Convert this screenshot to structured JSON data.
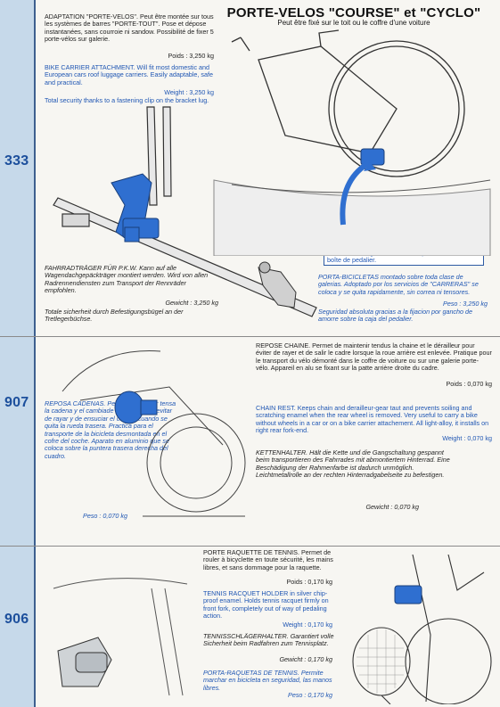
{
  "header": {
    "title": "PORTE-VELOS \"COURSE\" et \"CYCLO\"",
    "subtitle": "Peut être fixé sur le toit ou le coffre d'une voiture"
  },
  "sections": [
    {
      "code": "333",
      "fr_text": "ADAPTATION \"PORTE-VELOS\". Peut être montée sur tous les systèmes de barres \"PORTE-TOUT\". Pose et dépose instantanées, sans courroie ni sandow. Possibilité de fixer 5 porte-vélos sur galerie.",
      "fr_weight": "Poids : 3,250 kg",
      "en_text": "BIKE CARRIER ATTACHMENT. Will fit most domestic and European cars roof luggage carriers. Easily adaptable, safe and practical.",
      "en_weight": "Weight : 3,250 kg",
      "en_note": "Total security thanks to a fastening clip on the bracket lug.",
      "de_text": "FAHRRADTRÄGER FÜR P.K.W. Kann auf alle Wagendachgepäckträger montiert werden. Wird von allen Radrennendiensten zum Transport der Rennräder empfohlen.",
      "de_weight": "Gewicht : 3,250 kg",
      "de_note": "Totale sicherheit durch Befestigungsbügel an der Tretlegerbüchse.",
      "callout": "Securité totale grâce à la fixation par étrier sur la boîte de pedalier.",
      "es_text": "PORTA-BICICLETAS montado sobre toda clase de galerias. Adoptado por los servicios de \"CARRERAS\" se coloca y se quita rapidamente, sin correa ni tensores.",
      "es_weight": "Peso : 3,250 kg",
      "es_note": "Seguridad absoluta gracias a la fijacion por gancho de amorre sobre la caja del pedalier."
    },
    {
      "code": "907",
      "fr_text": "REPOSE CHAINE. Permet de maintenir tendus la chaine et le dérailleur pour éviter de rayer et de salir le cadre lorsque la roue arrière est enlevée. Pratique pour le transport du vélo démonté dans le coffre de voiture ou sur une galerie porte-vélo. Appareil en alu se fixant sur la patte arrière droite du cadre.",
      "fr_weight": "Poids : 0,070 kg",
      "en_text": "CHAIN REST. Keeps chain and derailleur-gear taut and prevents soiling and scratching enamel when the rear wheel is removed. Very useful to carry a bike without wheels in a car or on a bike carrier attachement. All light-alloy, it installs on right rear fork-end.",
      "en_weight": "Weight : 0,070 kg",
      "de_text": "KETTENHALTER. Hält die Kette und die Gangschaltung gespannt beim transportieren des Fahrrades mit abmontiertem Hinterrad. Eine Beschädigung der Rahmenfarbe ist dadurch unmöglich. Leichtmetallrolle an der rechten Hinterradgabelseite zu befestigen.",
      "de_weight": "Gewicht : 0,070 kg",
      "es_text": "REPOSA CADENAS. Permite mantener tensa la cadena y el cambiade marchas para evitar de rayar y de ensuciar el cuadro cuando se quita la rueda trasera. Practica para el transporte de la bicicleta desmontada en el cofre del coche. Aparato en aluminio que se coloca sobre la puntera trasera derecha del cuadro.",
      "es_weight": "Peso : 0,070 kg"
    },
    {
      "code": "906",
      "fr_text": "PORTE RAQUETTE DE TENNIS. Permet de rouler à bicyclette en toute sécurité, les mains libres, et sans dommage pour la raquette.",
      "fr_weight": "Poids : 0,170 kg",
      "en_text": "TENNIS RACQUET HOLDER in silver chip-proof enamel. Holds tennis racquet firmly on front fork, completely out of way of pedaling action.",
      "en_weight": "Weight : 0,170 kg",
      "de_text": "TENNISSCHLÄGERHALTER. Garantiert volle Sicherheit beim Radfahren zum Tennisplatz.",
      "de_weight": "Gewicht : 0,170 kg",
      "es_text": "PORTA-RAQUETAS DE TENNIS. Permite marchar en bicicleta en seguridad, las manos libres.",
      "es_weight": "Peso : 0,170 kg"
    }
  ],
  "colors": {
    "sidebar": "#c6d9ea",
    "accent_blue": "#1f56b3",
    "part_blue": "#2f6fd0"
  },
  "icons": [
    "bike-carrier-illustration",
    "car-roof-bike-illustration",
    "chain-rest-illustration",
    "bike-rear-illustration",
    "racquet-holder-illustration",
    "bike-front-racquet-illustration"
  ]
}
